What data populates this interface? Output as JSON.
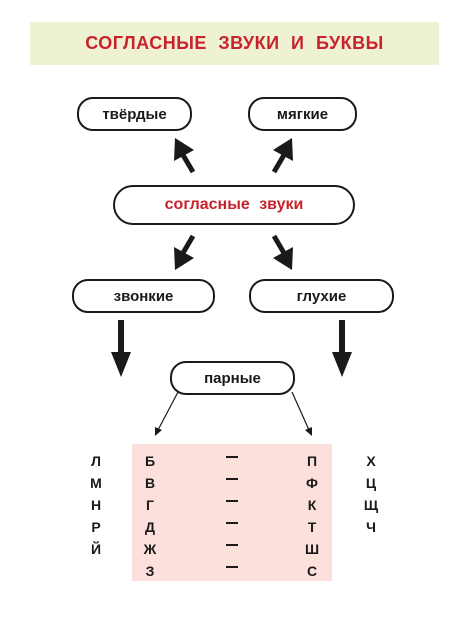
{
  "title": "СОГЛАСНЫЕ ЗВУКИ И БУКВЫ",
  "nodes": {
    "hard": "твёрдые",
    "soft": "мягкие",
    "consonants": "согласные звуки",
    "voiced": "звонкие",
    "voiceless": "глухие",
    "paired": "парные"
  },
  "letters": {
    "unpaired_voiced": [
      "Л",
      "М",
      "Н",
      "Р",
      "Й"
    ],
    "paired_voiced": [
      "Б",
      "В",
      "Г",
      "Д",
      "Ж",
      "З"
    ],
    "paired_voiceless": [
      "П",
      "Ф",
      "К",
      "Т",
      "Ш",
      "С"
    ],
    "unpaired_voiceless": [
      "Х",
      "Ц",
      "Щ",
      "Ч"
    ]
  },
  "colors": {
    "accent_red": "#c8232c",
    "banner_bg": "#eef2d2",
    "pairs_bg": "#fbe0dc"
  }
}
